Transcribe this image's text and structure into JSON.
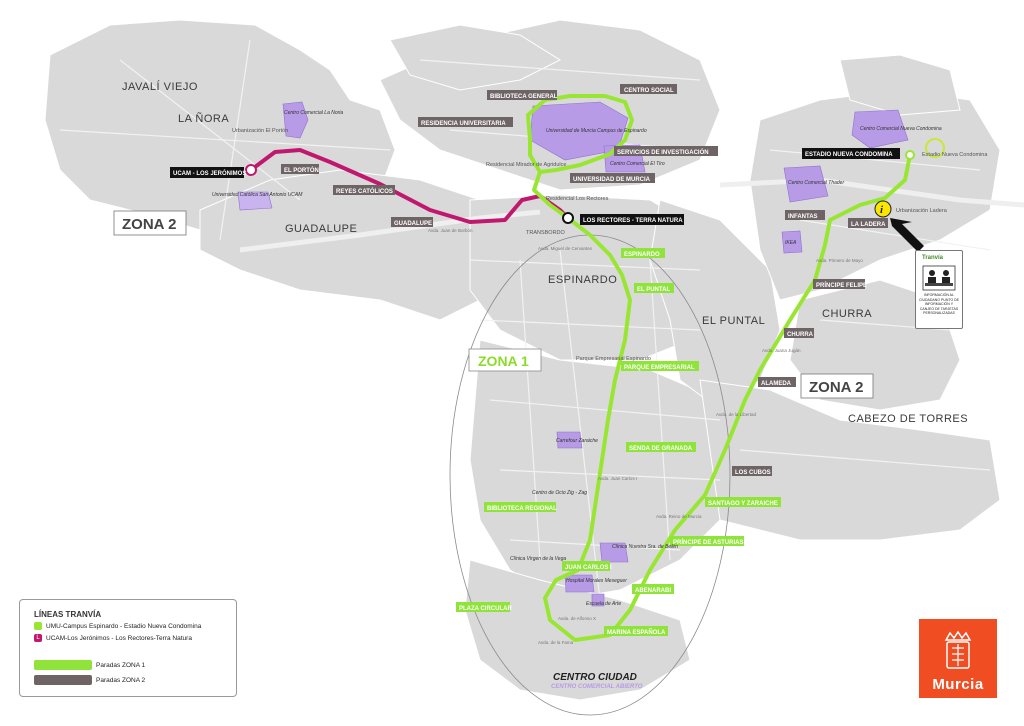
{
  "places": {
    "javali_viejo": "JAVALÍ VIEJO",
    "la_nora": "LA ÑORA",
    "guadalupe": "GUADALUPE",
    "espinardo": "ESPINARDO",
    "el_puntal": "EL PUNTAL",
    "churra": "CHURRA",
    "cabezo_de_torres": "CABEZO DE TORRES",
    "centro_ciudad": "CENTRO CIUDAD",
    "centro_comercial_abierto": "CENTRO COMERCIAL ABIERTO"
  },
  "zones": {
    "zona2_left": "ZONA 2",
    "zona1": "ZONA 1",
    "zona2_right": "ZONA 2"
  },
  "stops_zona2": [
    "UCAM - LOS JERÓNIMOS",
    "EL PORTÓN",
    "REYES CATÓLICOS",
    "GUADALUPE",
    "BIBLIOTECA GENERAL",
    "CENTRO SOCIAL",
    "RESIDENCIA UNIVERSITARIA",
    "SERVICIOS DE INVESTIGACIÓN",
    "UNIVERSIDAD DE MURCIA",
    "ESTADIO NUEVA CONDOMINA",
    "INFANTAS",
    "LA LADERA",
    "PRÍNCIPE FELIPE",
    "CHURRA",
    "ALAMEDA",
    "LOS CUBOS"
  ],
  "stops_transfer": "LOS RECTORES - TERRA NATURA",
  "stops_zona1": [
    "ESPINARDO",
    "EL PUNTAL",
    "PARQUE EMPRESARIAL",
    "SENDA DE GRANADA",
    "BIBLIOTECA REGIONAL",
    "SANTIAGO Y ZARAICHE",
    "PRÍNCIPE DE ASTURIAS",
    "JUAN CARLOS I",
    "ABENARABI",
    "PLAZA CIRCULAR",
    "MARINA ESPAÑOLA"
  ],
  "pois": {
    "cc_la_noria": "Centro Comercial La Noria",
    "urb_el_porton": "Urbanización El Portón",
    "ucam": "Universidad Católica San Antonio UCAM",
    "umu": "Universidad de Murcia Campus de Espinardo",
    "cc_el_tiro": "Centro Comercial El Tiro",
    "res_mirador": "Residencial Mirador de Agridulce",
    "res_rectores": "Residencial Los Rectores",
    "transbordo": "TRANSBORDO",
    "cc_nueva_condomina": "Centro Comercial Nueva Condomina",
    "estadio_nueva_condomina": "Estadio Nueva Condomina",
    "cc_thader": "Centro Comercial Thader",
    "ikea": "IKEA",
    "urb_ladera": "Urbanización Ladera",
    "parque_empresarial": "Parque Empresarial Espinardo",
    "carrefour": "Carrefour Zaraiche",
    "centro_ocio": "Centro de Ocio Zig - Zag",
    "clinica_vega": "Clínica Virgen de la Vega",
    "clinica_sur": "Clínica Nuestra Sra. de Belén",
    "hospital": "Hospital Morales Meseguer",
    "escuela_arte": "Escuela de Arte"
  },
  "streets": {
    "s1": "Avda. Juan de Borbón",
    "s2": "Avda. Miguel de Cervantes",
    "s3": "Avda. Primero de Mayo",
    "s4": "Avda. Juana Jugán",
    "s5": "Avda. de la Libertad",
    "s6": "Avda. de la Fama",
    "s7": "Avda. Juan Carlos I",
    "s8": "Avda. Reino de Murcia",
    "s9": "Avda. de Alfonso X"
  },
  "legend": {
    "title": "LÍNEAS TRANVÍA",
    "line1": "UMU-Campus Espinardo - Estadio Nueva Condomina",
    "line2_badge": "L",
    "line2": "UCAM-Los Jerónimos - Los Rectores-Terra Natura",
    "zona1_label": "Paradas ZONA 1",
    "zona2_label": "Paradas ZONA 2"
  },
  "tranvia": {
    "brand": "Tranvía",
    "info": "INFORMACIÓN AL CIUDADANO PUNTO DE INFORMACIÓN Y CANJEO DE TARJETAS PERSONALIZADAS"
  },
  "info_marker": "i",
  "murcia_logo": "Murcia",
  "colors": {
    "line_green": "#99e632",
    "line_magenta": "#c0186f",
    "stop_zone2": "#6e6466",
    "stop_zone1": "#8fe33a",
    "district_fill": "#d8d8d8",
    "poi_purple": "#b79be6",
    "logo_orange": "#f04d22"
  }
}
